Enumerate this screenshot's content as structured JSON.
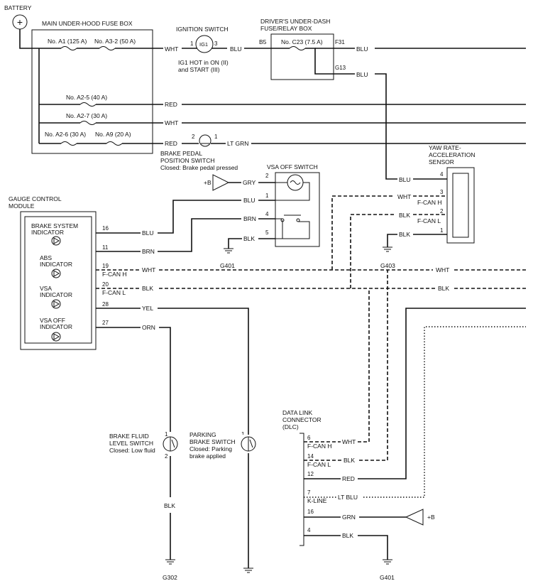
{
  "battery": {
    "label": "BATTERY",
    "symbol": "+"
  },
  "fuse_box": {
    "title": "MAIN UNDER-HOOD FUSE BOX",
    "a1": "No. A1 (125 A)",
    "a3_2": "No. A3-2 (50 A)",
    "a2_5": "No. A2-5 (40 A)",
    "a2_7": "No. A2-7 (30 A)",
    "a2_6": "No. A2-6 (30 A)",
    "a9": "No. A9 (20 A)"
  },
  "ignition": {
    "title": "IGNITION SWITCH",
    "ig1": "IG1",
    "pin1": "1",
    "pin3": "3",
    "note_line1": "IG1 HOT in ON (II)",
    "note_line2": "and START (III)"
  },
  "dash_box": {
    "title_line1": "DRIVER'S UNDER-DASH",
    "title_line2": "FUSE/RELAY BOX",
    "b5": "B5",
    "c23": "No. C23 (7.5 A)",
    "f31": "F31",
    "g13": "G13"
  },
  "brake_pedal": {
    "title_line1": "BRAKE PEDAL",
    "title_line2": "POSITION SWITCH",
    "note": "Closed: Brake pedal pressed",
    "pin2": "2",
    "pin1": "1"
  },
  "vsa_off_switch": {
    "title": "VSA OFF SWITCH",
    "supply": "+B",
    "pin2": "2",
    "pin1": "1",
    "pin4": "4",
    "pin5": "5"
  },
  "yaw_sensor": {
    "title_line1": "YAW RATE-",
    "title_line2": "ACCELERATION",
    "title_line3": "SENSOR",
    "pin4": "4",
    "pin3": "3",
    "pin2": "2",
    "pin1": "1",
    "f_can_h": "F-CAN H",
    "f_can_l": "F-CAN L"
  },
  "gcm": {
    "title_line1": "GAUGE CONTROL",
    "title_line2": "MODULE",
    "brake_ind_line1": "BRAKE SYSTEM",
    "brake_ind_line2": "INDICATOR",
    "abs_ind_line1": "ABS",
    "abs_ind_line2": "INDICATOR",
    "vsa_ind_line1": "VSA",
    "vsa_ind_line2": "INDICATOR",
    "vsaoff_ind_line1": "VSA OFF",
    "vsaoff_ind_line2": "INDICATOR",
    "pin16": "16",
    "pin11": "11",
    "pin19": "19",
    "pin20": "20",
    "pin28": "28",
    "pin27": "27",
    "f_can_h": "F-CAN H",
    "f_can_l": "F-CAN L"
  },
  "wires": {
    "wht": "WHT",
    "blu": "BLU",
    "red": "RED",
    "ltgrn": "LT GRN",
    "gry": "GRY",
    "brn": "BRN",
    "blk": "BLK",
    "yel": "YEL",
    "orn": "ORN",
    "ltblu": "LT BLU",
    "grn": "GRN"
  },
  "grounds": {
    "g401": "G401",
    "g403": "G403",
    "g302": "G302"
  },
  "brake_fluid": {
    "title_line1": "BRAKE FLUID",
    "title_line2": "LEVEL SWITCH",
    "note": "Closed: Low fluid",
    "pin1": "1",
    "pin2": "2"
  },
  "parking_brake": {
    "title_line1": "PARKING",
    "title_line2": "BRAKE SWITCH",
    "note_line1": "Closed: Parking",
    "note_line2": "brake applied",
    "pin1": "1"
  },
  "dlc": {
    "title_line1": "DATA LINK",
    "title_line2": "CONNECTOR",
    "title_line3": "(DLC)",
    "pin6": "6",
    "pin14": "14",
    "pin12": "12",
    "pin7": "7",
    "pin16": "16",
    "pin4": "4",
    "f_can_h": "F-CAN H",
    "f_can_l": "F-CAN L",
    "k_line": "K-LINE",
    "supply": "+B"
  }
}
